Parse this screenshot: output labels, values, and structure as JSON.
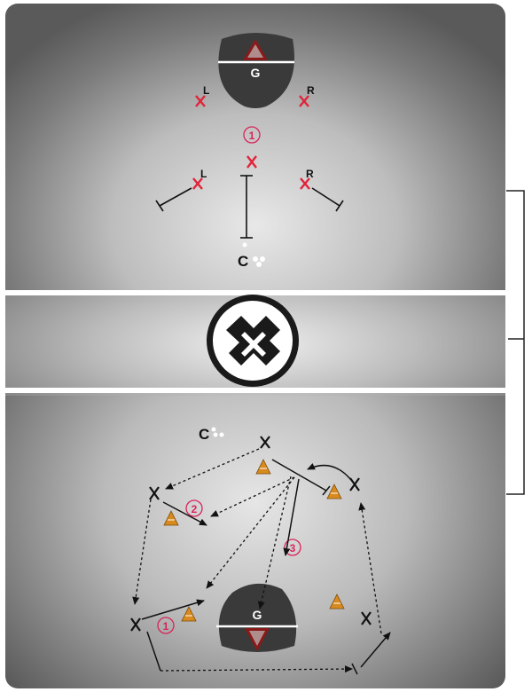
{
  "top_drill": {
    "goalie_label": "G",
    "left_attack_label": "L",
    "right_attack_label": "R",
    "left_wing_label": "L",
    "right_wing_label": "R",
    "coach_label": "C",
    "step_1": "1"
  },
  "bottom_drill": {
    "goalie_label": "G",
    "coach_label": "C",
    "step_1": "1",
    "step_2": "2",
    "step_3": "3"
  },
  "colors": {
    "red_marker": "#e0243a",
    "step_number": "#d8245a",
    "cone": "#d98a1e",
    "goal": "#3a3a3a",
    "field_line": "#ffffff"
  },
  "icons": {
    "center_logo": "lf-logo-icon"
  }
}
